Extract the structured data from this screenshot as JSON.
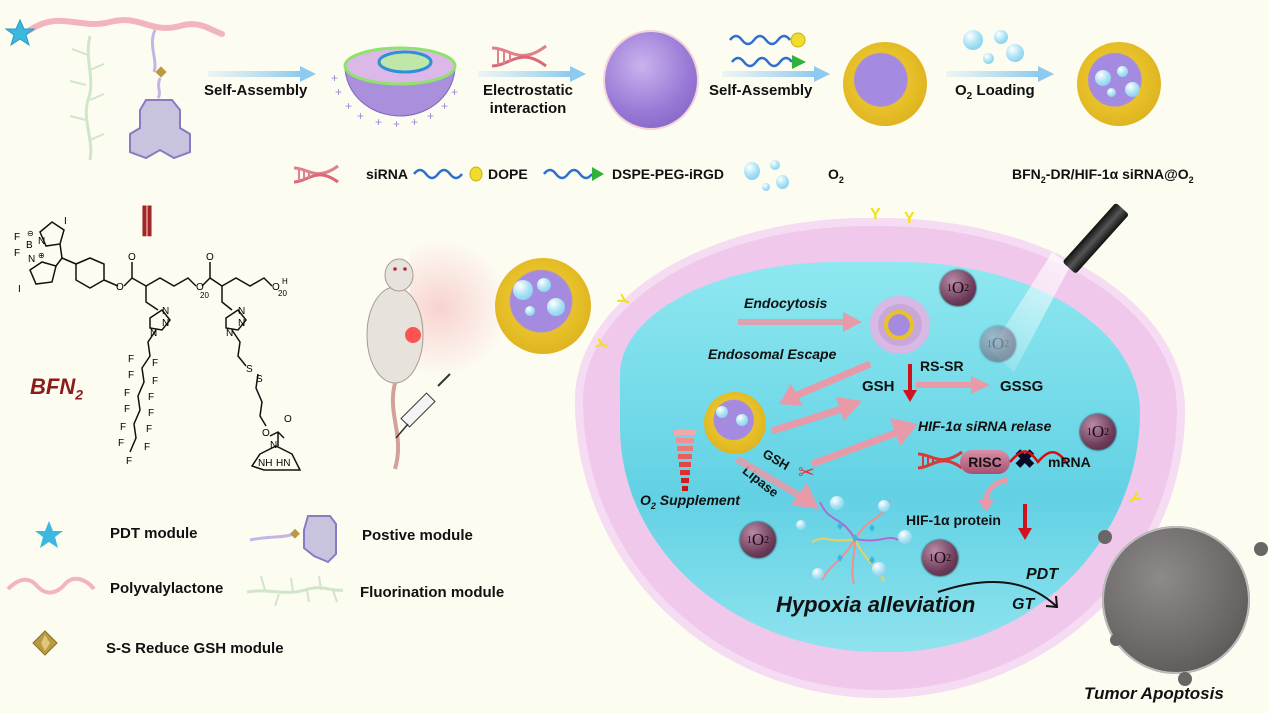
{
  "top_flow": {
    "steps": [
      {
        "label": "Self-Assembly"
      },
      {
        "label_line1": "Electrostatic",
        "label_line2": "interaction"
      },
      {
        "label": "Self-Assembly"
      },
      {
        "label": "O2 Loading",
        "label_main": "O",
        "label_sub": "2",
        "label_rest": " Loading"
      }
    ]
  },
  "component_legend": {
    "items": [
      {
        "icon": "dna-icon",
        "label": "siRNA"
      },
      {
        "icon": "lipid-ball-icon",
        "label": "DOPE"
      },
      {
        "icon": "lipid-triangle-icon",
        "label": "DSPE-PEG-iRGD"
      },
      {
        "icon": "bubbles-icon",
        "label_main": "O",
        "label_sub": "2"
      },
      {
        "label": "BFN2-DR/HIF-1α siRNA@O2",
        "label_a": "BFN",
        "label_b": "2",
        "label_c": "-DR/HIF-1α siRNA@O",
        "label_d": "2"
      }
    ]
  },
  "structure": {
    "name_main": "BFN",
    "name_sub": "2",
    "equals_symbol": "||",
    "atoms": {
      "F": "F",
      "B": "B",
      "N": "N",
      "I": "I",
      "O": "O",
      "S": "S",
      "NH": "NH",
      "HN": "HN",
      "H": "H",
      "n1": "20",
      "n2": "20",
      "neg": "⊖",
      "pos": "⊕"
    }
  },
  "module_legend": [
    {
      "icon": "star-icon",
      "label": "PDT module"
    },
    {
      "icon": "positive-module-icon",
      "label": "Postive module"
    },
    {
      "icon": "pink-chain-icon",
      "label": "Polyvalylactone"
    },
    {
      "icon": "fluorination-chain-icon",
      "label": "Fluorination module"
    },
    {
      "icon": "gold-crystal-icon",
      "label": "S-S Reduce GSH module"
    }
  ],
  "cell": {
    "endocytosis": "Endocytosis",
    "endosomal_escape": "Endosomal Escape",
    "gsh": "GSH",
    "rs_sr": "RS-SR",
    "gssg": "GSSG",
    "sirna_release": "HIF-1α siRNA relase",
    "gsh2": "GSH",
    "lipase": "Lipase",
    "o2_supplement_main": "O",
    "o2_supplement_sub": "2",
    "o2_supplement_rest": " Supplement",
    "risc": "RISC",
    "mrna": "mRNA",
    "hif_protein": "HIF-1α protein",
    "hypoxia": "Hypoxia alleviation",
    "pdt": "PDT",
    "gt": "GT",
    "singlet_o2": {
      "sup": "1",
      "main": "O",
      "sub": "2"
    }
  },
  "outcome": {
    "label": "Tumor Apoptosis"
  },
  "colors": {
    "background": "#fdfcf1",
    "cytoplasm": "#7fe0ea",
    "membrane": "#f0c8ec",
    "nanoparticle_shell": "#e9c22a",
    "nanoparticle_core": "#9b7ad6",
    "arrow_pink": "#e89aa8",
    "arrow_red": "#d1121e",
    "title_red": "#8b1c1c",
    "flow_arrow": "#a9d8f3"
  }
}
